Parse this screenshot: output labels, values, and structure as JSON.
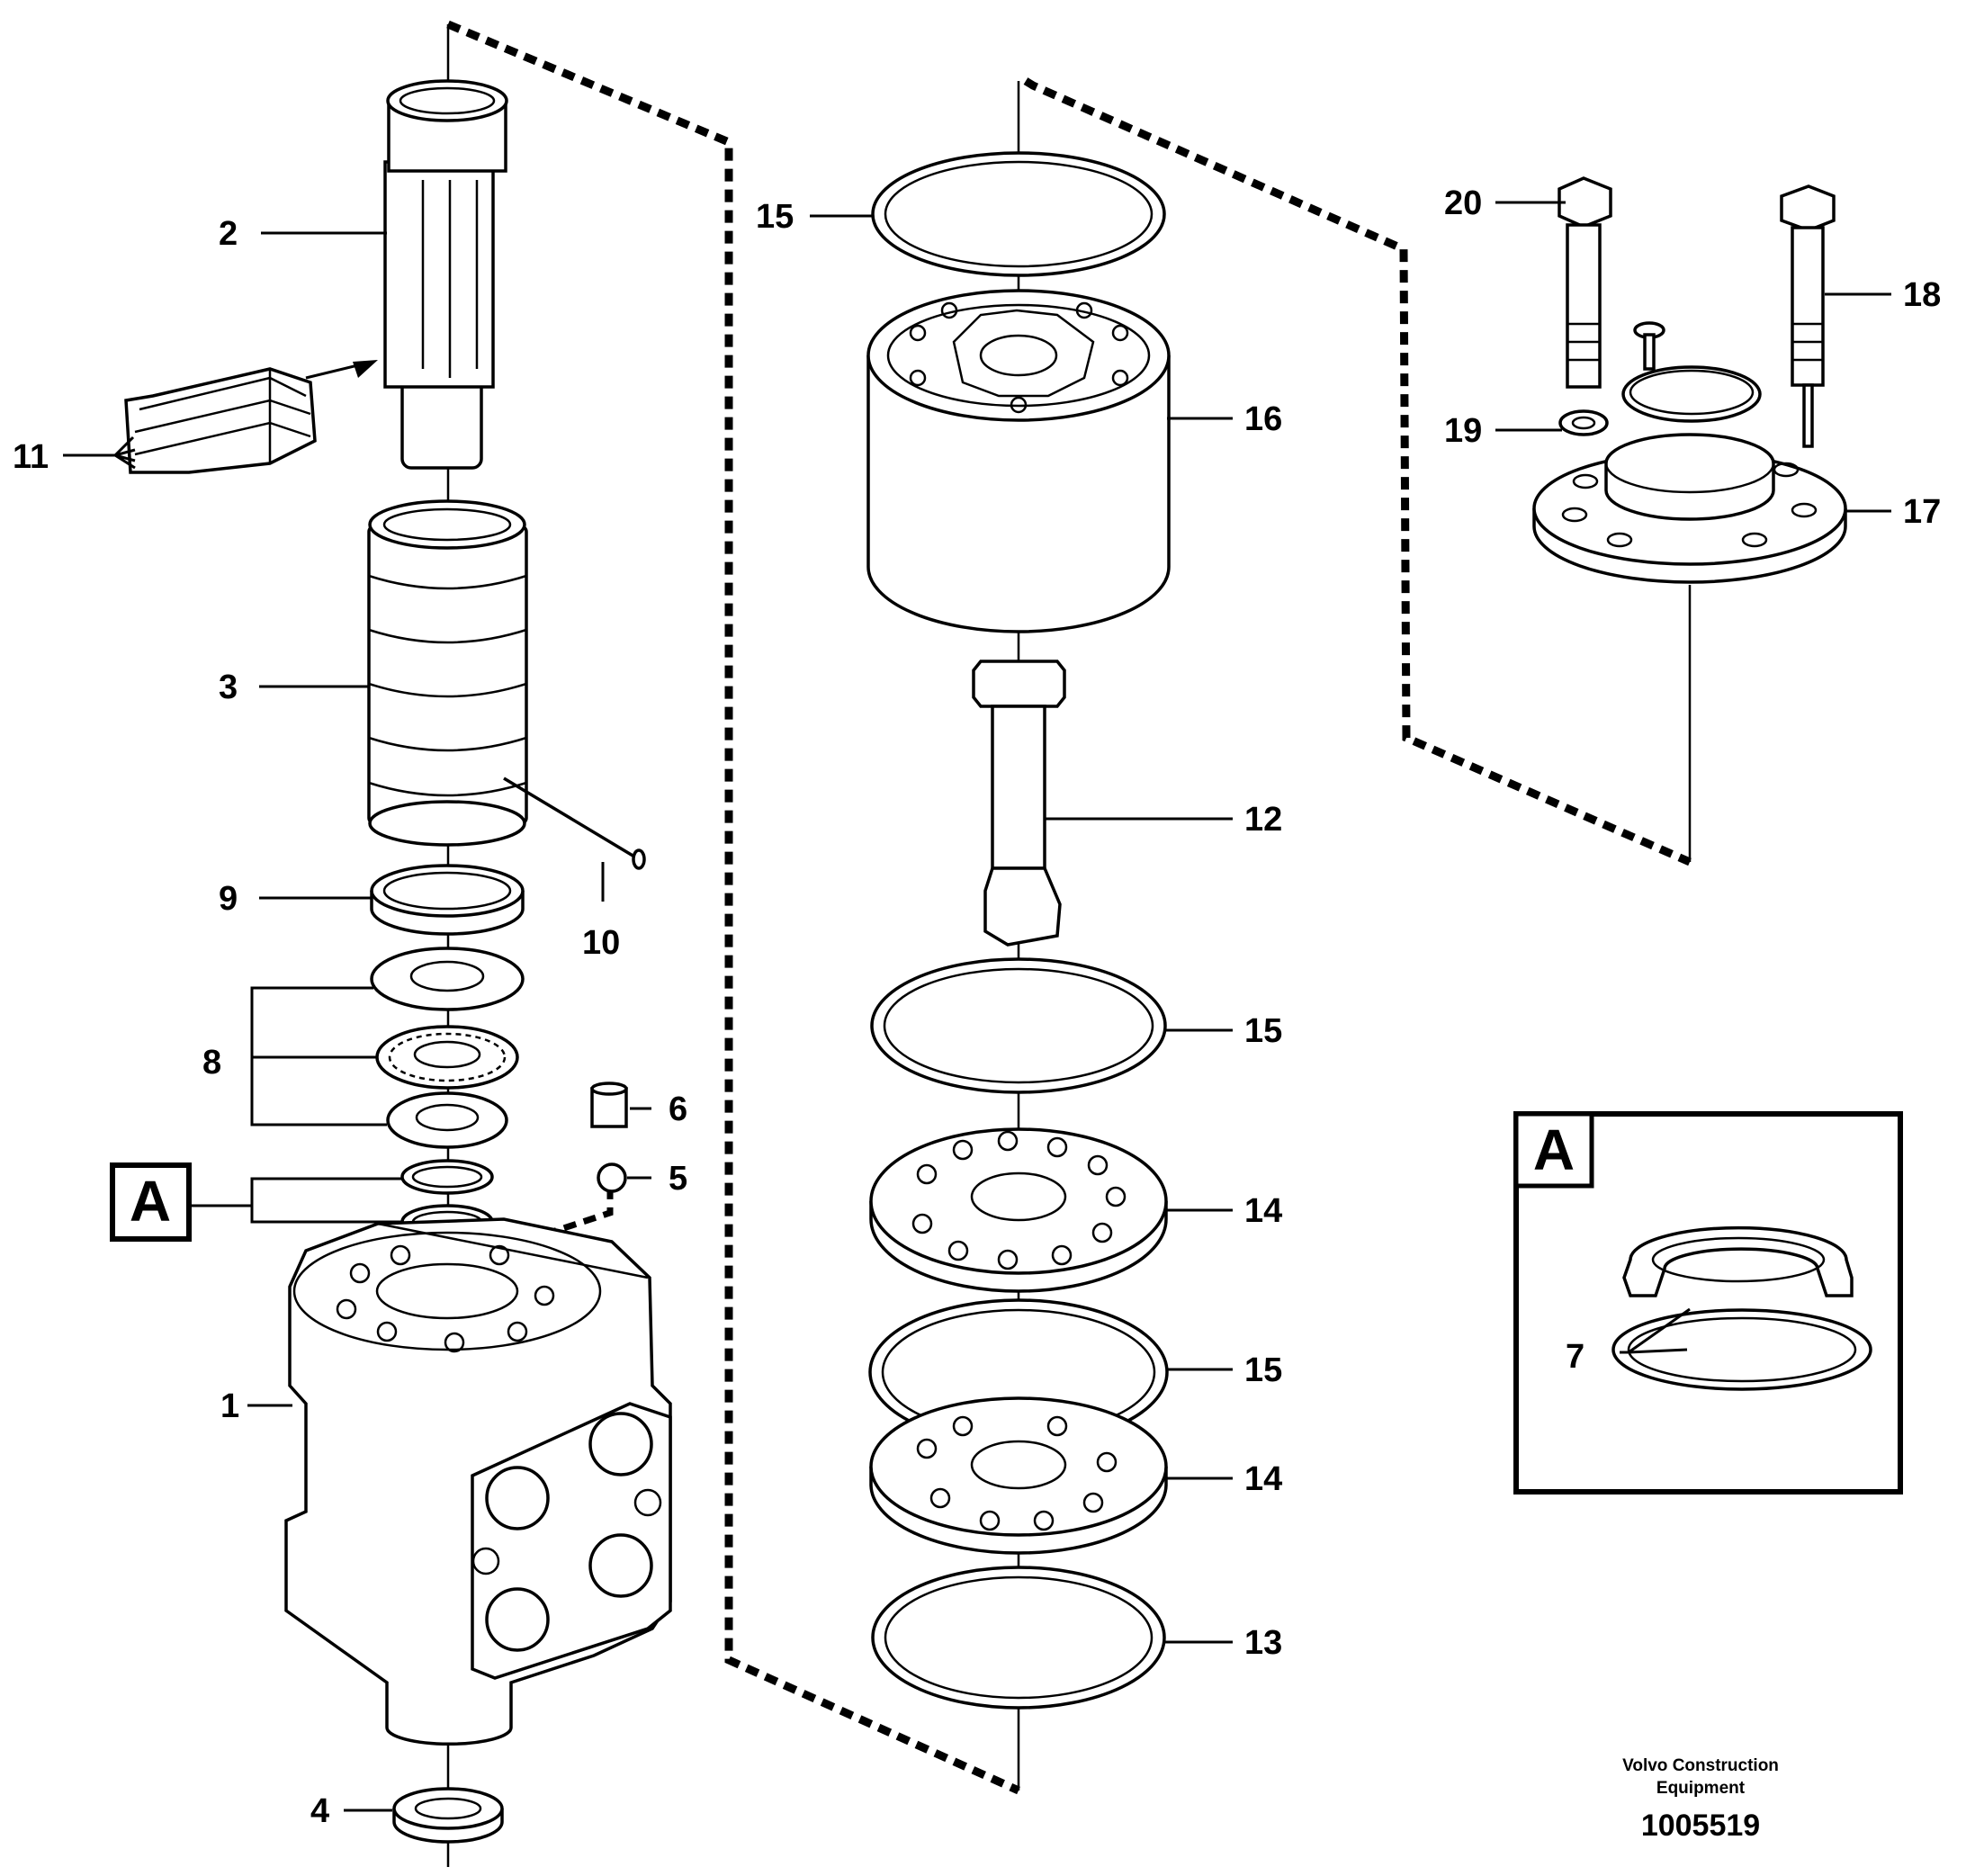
{
  "callouts": {
    "p1": "1",
    "p2": "2",
    "p3": "3",
    "p4": "4",
    "p5": "5",
    "p6": "6",
    "p7": "7",
    "p8": "8",
    "p9": "9",
    "p10": "10",
    "p11": "11",
    "p12": "12",
    "p13": "13",
    "p14a": "14",
    "p14b": "14",
    "p15a": "15",
    "p15b": "15",
    "p15c": "15",
    "p16": "16",
    "p17": "17",
    "p18": "18",
    "p19": "19",
    "p20": "20"
  },
  "detail": {
    "tag": "A",
    "inset_tag": "A"
  },
  "footer": {
    "company_line1": "Volvo Construction",
    "company_line2": "Equipment",
    "drawing_number": "1005519"
  }
}
